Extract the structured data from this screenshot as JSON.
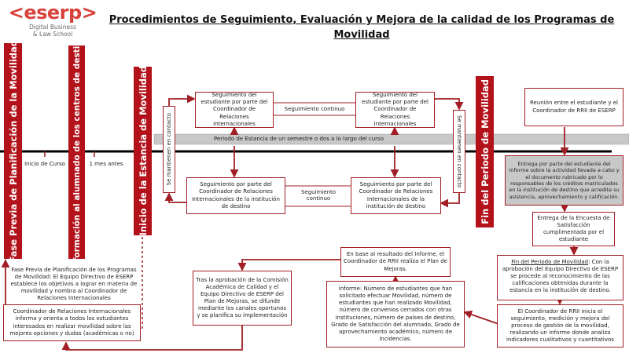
{
  "logo": {
    "brand": "<eserp>",
    "subtitle_line1": "Digital Business",
    "subtitle_line2": "& Law School"
  },
  "title": {
    "line1": "Procedimientos de Seguimiento, Evaluación y Mejora de la calidad de los Programas de",
    "line2": "Movilidad"
  },
  "phases": {
    "fase_previa": "Fase Previa de Planificación de la Movilidad",
    "informacion": "Información al alumnado de los centros de destino",
    "inicio": "Inicio de la Estancia de Movilidad",
    "fin": "Fin del Periodo de Movilidad"
  },
  "timeline": {
    "tick1": "Inicio de Curso",
    "tick2": "1 mes antes",
    "band": "Periodo de Estancia de un semestre o dos a lo largo del curso"
  },
  "stay": {
    "top_left": "Seguimiento del estudiante por parte del Coordinador de Relaciones Internacionales",
    "top_right": "Seguimiento del estudiante por parte del Coordinador de Relaciones Internacionales",
    "top_link": "Seguimiento continuo",
    "bottom_left": "Seguimiento por parte del Coordinador de Relaciones Internacionales de la institución de destino",
    "bottom_right": "Seguimiento por parte del Coordinador de Relaciones Internacionales de la institución de destino",
    "bottom_link": "Seguimiento continuo",
    "contact_left": "Se mantienen en contacto",
    "contact_right": "Se mantienen en contacto"
  },
  "end": {
    "reunion": "Reunión entre el estudiante y el Coordinador de RRII de ESERP",
    "entrega_informe": "Entrega por parte del estudiante del informe sobre la actividad llevada a cabo y el documento rubricado por lo responsables de los créditos matriculados en la institución de destino que acredite su asistencia, aprovechamiento y calificación.",
    "encuesta": "Entrega de la Encuesta de Satisfacción cumplimentada por el estudiante",
    "fin_heading": "Fin del Periodo de Movilidad",
    "fin_text": ": Con la aprobación del Equipo Directivo de ESERP se procede al reconocimiento de las calificaciones obtenidas durante la estancia en la institución de destino.",
    "coordinador_seguimiento": "El Coordinador de RRII inicia el seguimiento, medición y mejora del proceso de gestión de la movilidad, realizando un informe donde analiza indicadores cualitativos y cuantitativos"
  },
  "improvement": {
    "plan": "En base al resultado del Informe, el Coordinador de RRII realiza el Plan de Mejoras.",
    "informe": "Informe: Número de estudiantes que han solicitado efectuar Movilidad, número de estudiantes que han realizado Movilidad, número de convenios cerrados con otras instituciones, número de países de destino, Grado de Satisfacción del alumnado, Grado de aprovechamiento académico, número de incidencias.",
    "aprobacion": "Tras la aprobación de la Comisión Académica de Calidad y el Equipo Directivo de ESERP del Plan de Mejoras, se difunde mediante los canales oportunos y se planifica su implementación"
  },
  "planning": {
    "fase_previa_text": "Fase Previa de Planificación de los Programas de Movilidad: El Equipo Directivo de ESERP establece los objetivos a lograr en materia de movilidad y nombra al Coordinador de Relaciones Internacionales",
    "coordinador_orienta": "Coordinador de Relaciones Internacionales informa y orienta a todos los estudiantes interesados en realizar movilidad sobre las mejores opciones y dudas (académicas o no)"
  },
  "colors": {
    "accent": "#b3121b",
    "border": "#a11f24",
    "band": "#c8c8c8"
  }
}
